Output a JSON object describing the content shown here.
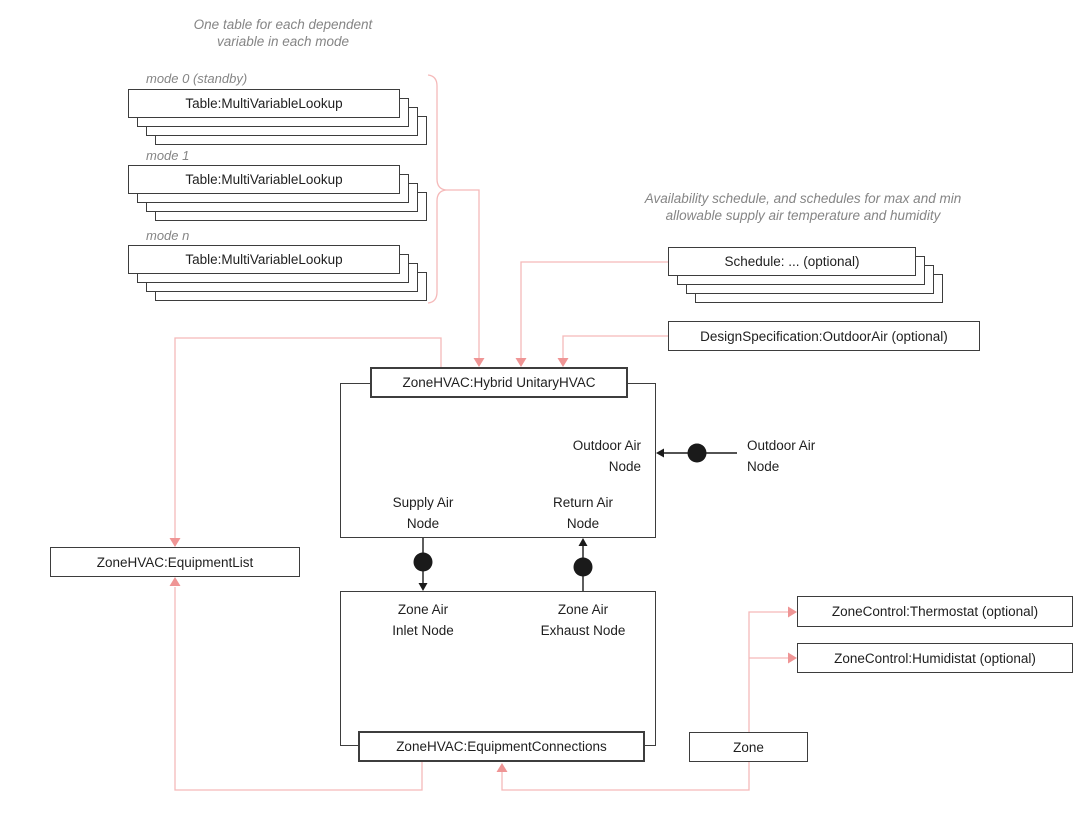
{
  "colors": {
    "background": "#ffffff",
    "connector_pink": "#f5b9b9",
    "arrow_pink": "#ef9595",
    "connector_black": "#1a1a1a",
    "box_border": "#3d3d3d",
    "fan_gray": "#c2c2c2",
    "annotation_gray": "#858585",
    "text_dark": "#1f1f1f"
  },
  "annotations": {
    "tables_note": {
      "line1": "One table for each dependent",
      "line2": "variable in each mode"
    },
    "schedules_note": {
      "line1": "Availability schedule, and schedules for max and min",
      "line2": "allowable supply air temperature and humidity"
    }
  },
  "mode_groups": [
    {
      "label": "mode 0 (standby)",
      "box_label": "Table:MultiVariableLookup"
    },
    {
      "label": "mode 1",
      "box_label": "Table:MultiVariableLookup"
    },
    {
      "label": "mode n",
      "box_label": "Table:MultiVariableLookup"
    }
  ],
  "boxes": {
    "schedule_label": "Schedule: ... (optional)",
    "design_spec_label": "DesignSpecification:OutdoorAir (optional)",
    "hybrid_unit_label": "ZoneHVAC:Hybrid UnitaryHVAC",
    "equipment_list_label": "ZoneHVAC:EquipmentList",
    "equipment_connections_label": "ZoneHVAC:EquipmentConnections",
    "zone_label": "Zone",
    "thermostat_label": "ZoneControl:Thermostat (optional)",
    "humidistat_label": "ZoneControl:Humidistat (optional)"
  },
  "node_labels": {
    "supply_air": {
      "line1": "Supply Air",
      "line2": "Node"
    },
    "return_air": {
      "line1": "Return Air",
      "line2": "Node"
    },
    "outdoor_air_inside": {
      "line1": "Outdoor Air",
      "line2": "Node"
    },
    "outdoor_air_external": {
      "line1": "Outdoor Air",
      "line2": "Node"
    },
    "zone_air_inlet": {
      "line1": "Zone Air",
      "line2": "Inlet Node"
    },
    "zone_air_exhaust": {
      "line1": "Zone Air",
      "line2": "Exhaust Node"
    }
  }
}
